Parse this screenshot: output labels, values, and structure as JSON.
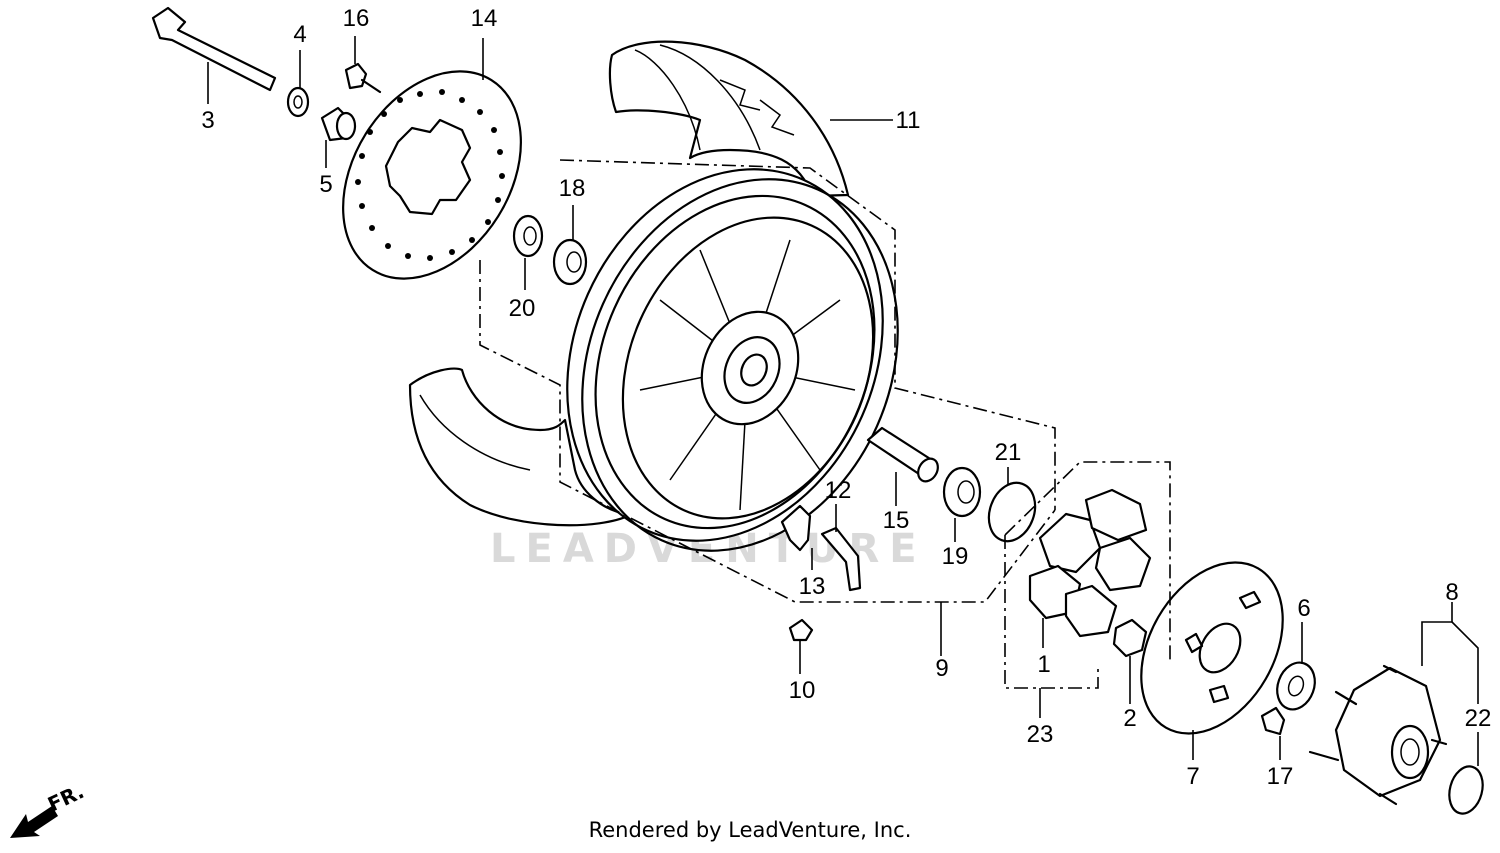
{
  "watermark": "LEADVENTURE",
  "footer": "Rendered by LeadVenture, Inc.",
  "direction_label": "FR.",
  "callouts": [
    "1",
    "2",
    "3",
    "4",
    "5",
    "6",
    "7",
    "8",
    "9",
    "10",
    "11",
    "12",
    "13",
    "14",
    "15",
    "16",
    "17",
    "18",
    "19",
    "20",
    "21",
    "22",
    "23"
  ]
}
